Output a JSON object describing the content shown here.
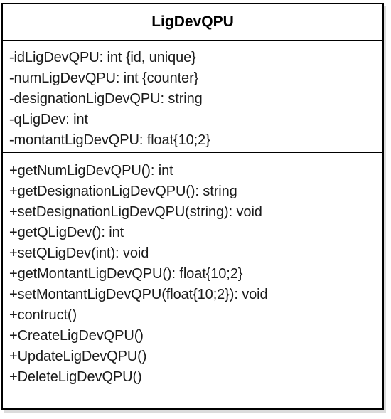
{
  "class_name": "LigDevQPU",
  "attributes": [
    "-idLigDevQPU: int {id, unique}",
    "-numLigDevQPU: int {counter}",
    "-designationLigDevQPU: string",
    "-qLigDev: int",
    "-montantLigDevQPU: float{10;2}"
  ],
  "methods": [
    "+getNumLigDevQPU(): int",
    "+getDesignationLigDevQPU(): string",
    "+setDesignationLigDevQPU(string): void",
    "+getQLigDev(): int",
    "+setQLigDev(int): void",
    "+getMontantLigDevQPU(): float{10;2}",
    "+setMontantLigDevQPU(float{10;2}): void",
    "+contruct()",
    "+CreateLigDevQPU()",
    "+UpdateLigDevQPU()",
    "+DeleteLigDevQPU()"
  ]
}
